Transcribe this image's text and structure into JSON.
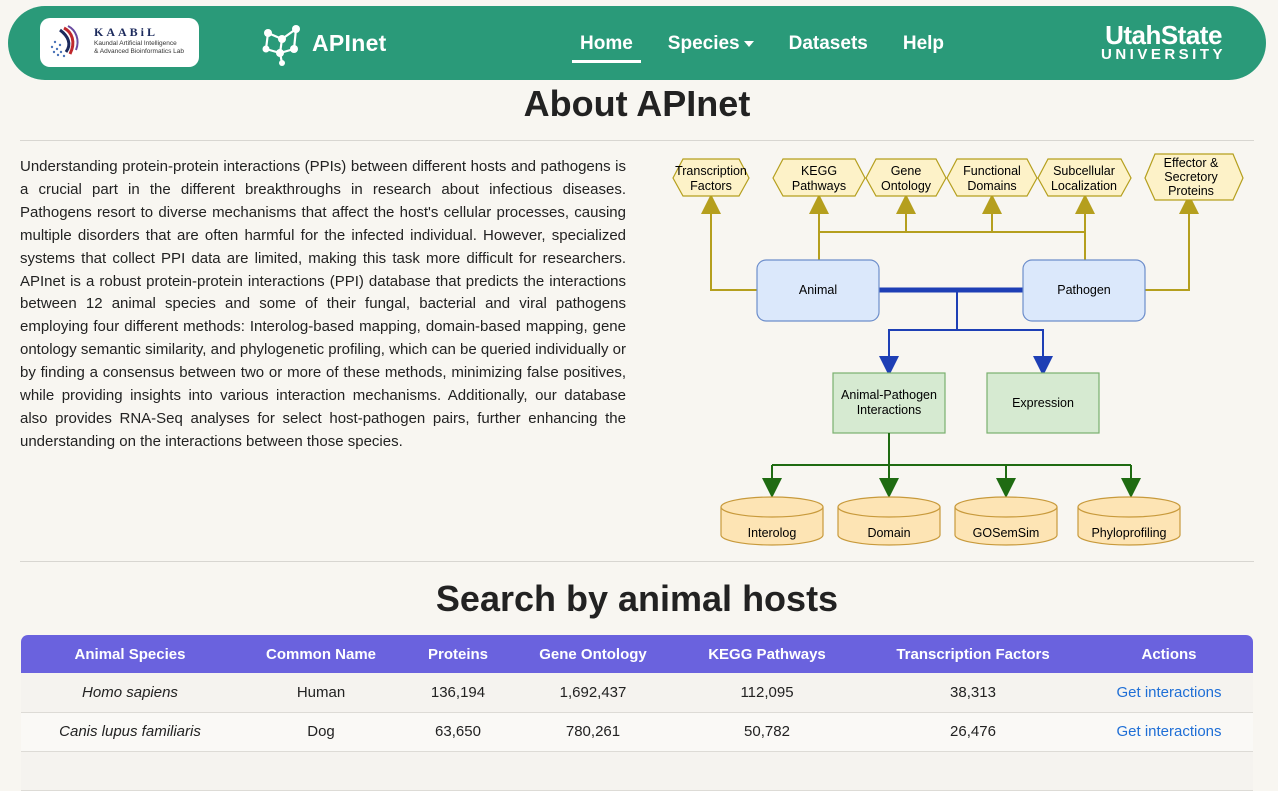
{
  "lab_logo": {
    "name": "KAABiL",
    "subtitle_line1": "Kaundal Artificial Intelligence",
    "subtitle_line2": "& Advanced Bioinformatics Lab"
  },
  "brand": {
    "name": "APInet",
    "icon": "network-nodes-icon"
  },
  "nav": {
    "items": [
      {
        "label": "Home",
        "active": true
      },
      {
        "label": "Species",
        "dropdown": true
      },
      {
        "label": "Datasets"
      },
      {
        "label": "Help"
      }
    ]
  },
  "university_logo": {
    "top": "UtahState",
    "bottom": "UNIVERSITY"
  },
  "about": {
    "title": "About APInet",
    "text": "Understanding protein-protein interactions (PPIs) between different hosts and pathogens is a crucial part in the different breakthroughs in research about infectious diseases. Pathogens resort to diverse mechanisms that affect the host's cellular processes, causing multiple disorders that are often harmful for the infected individual. However, specialized systems that collect PPI data are limited, making this task more difficult for researchers. APInet is a robust protein-protein interactions (PPI) database that predicts the interactions between 12 animal species and some of their fungal, bacterial and viral pathogens employing four different methods: Interolog-based mapping, domain-based mapping, gene ontology semantic similarity, and phylogenetic profiling, which can be queried individually or by finding a consensus between two or more of these methods, minimizing false positives, while providing insights into various interaction mechanisms. Additionally, our database also provides RNA-Seq analyses for select host-pathogen pairs, further enhancing the understanding on the interactions between those species."
  },
  "diagram": {
    "features": [
      [
        "Transcription",
        "Factors"
      ],
      [
        "KEGG",
        "Pathways"
      ],
      [
        "Gene",
        "Ontology"
      ],
      [
        "Functional",
        "Domains"
      ],
      [
        "Subcellular",
        "Localization"
      ],
      [
        "Effector &",
        "Secretory",
        "Proteins"
      ]
    ],
    "host": "Animal",
    "pathogen": "Pathogen",
    "interactions": [
      "Animal-Pathogen",
      "Interactions"
    ],
    "expression": "Expression",
    "methods": [
      "Interolog",
      "Domain",
      "GOSemSim",
      "Phyloprofiling"
    ]
  },
  "hosts": {
    "title": "Search by animal hosts",
    "columns": [
      "Animal Species",
      "Common Name",
      "Proteins",
      "Gene Ontology",
      "KEGG Pathways",
      "Transcription Factors",
      "Actions"
    ],
    "rows": [
      {
        "species": "Homo sapiens",
        "common": "Human",
        "proteins": "136,194",
        "go": "1,692,437",
        "kegg": "112,095",
        "tf": "38,313",
        "action": "Get interactions"
      },
      {
        "species": "Canis lupus familiaris",
        "common": "Dog",
        "proteins": "63,650",
        "go": "780,261",
        "kegg": "50,782",
        "tf": "26,476",
        "action": "Get interactions"
      }
    ]
  },
  "colors": {
    "navbar": "#2a9a79",
    "table_header": "#6a62de",
    "link": "#1f6fd6",
    "feature_fill": "#fdf2c8",
    "feature_stroke": "#b59f1e",
    "entity_fill": "#dbe8fb",
    "entity_stroke": "#6d8ecb",
    "result_fill": "#d6ead1",
    "result_stroke": "#7ab06f",
    "db_fill": "#fde4b4",
    "db_stroke": "#c89a3c"
  }
}
